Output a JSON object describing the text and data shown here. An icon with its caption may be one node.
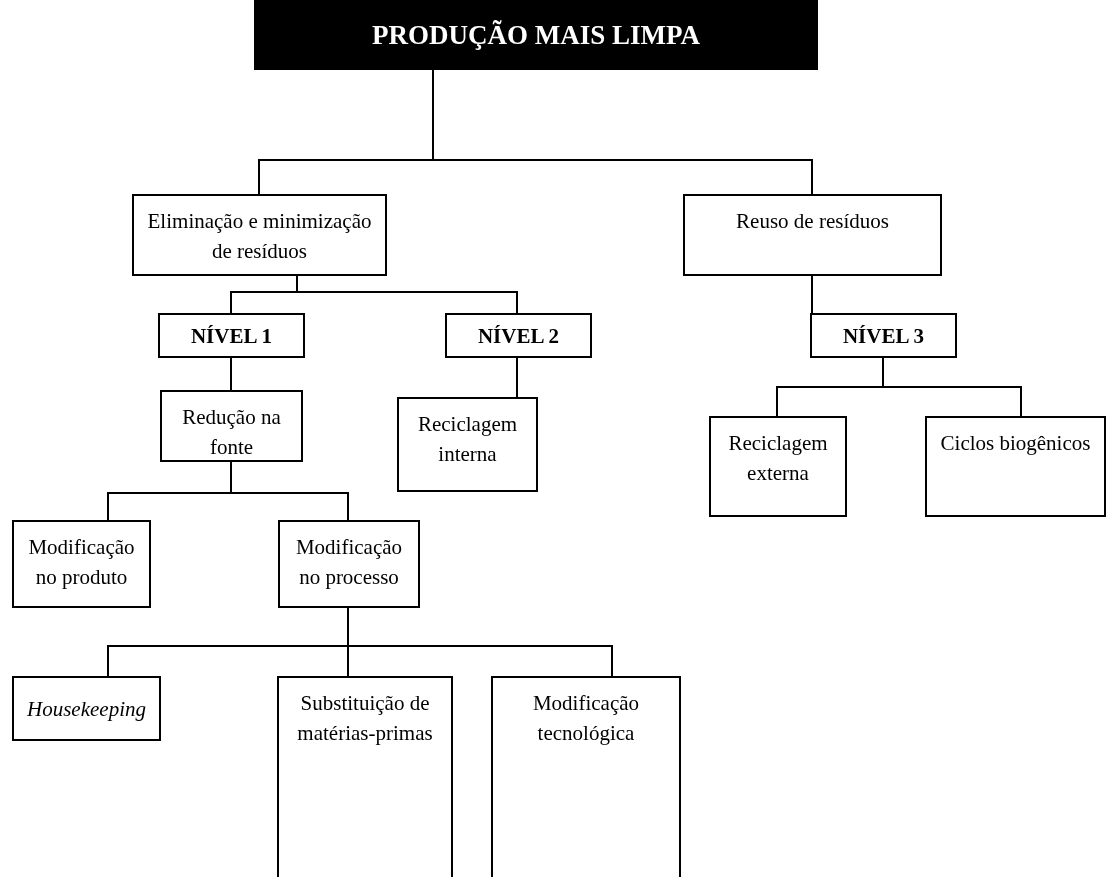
{
  "diagram": {
    "nodes": [
      {
        "text": [
          "PRODUÇÃO MAIS LIMPA"
        ]
      },
      {
        "text": [
          "Eliminação e minimização de resíduos"
        ]
      },
      {
        "text": [
          "Reuso de resíduos"
        ]
      },
      {
        "text": [
          "NÍVEL 1"
        ]
      },
      {
        "text": [
          "NÍVEL 2"
        ]
      },
      {
        "text": [
          "NÍVEL 3"
        ]
      },
      {
        "text": [
          "Redução na fonte"
        ]
      },
      {
        "text": [
          "Reciclagem interna"
        ]
      },
      {
        "text": [
          "Reciclagem externa"
        ]
      },
      {
        "text": [
          "Ciclos biogênicos"
        ]
      },
      {
        "text": [
          "Modificação no produto"
        ]
      },
      {
        "text": [
          "Modificação no processo"
        ]
      },
      {
        "text": [
          "Housekeeping"
        ]
      },
      {
        "text": [
          "Substituição de matérias-primas"
        ]
      },
      {
        "text": [
          "Modificação tecnológica"
        ]
      }
    ],
    "edges": [
      {
        "from": 0,
        "to": 1,
        "arrow": "none"
      },
      {
        "from": 0,
        "to": 2,
        "arrow": "none"
      },
      {
        "from": 1,
        "to": 3,
        "arrow": "none"
      },
      {
        "from": 1,
        "to": 4,
        "arrow": "none"
      },
      {
        "from": 2,
        "to": 5,
        "arrow": "none"
      },
      {
        "from": 3,
        "to": 6,
        "arrow": "none"
      },
      {
        "from": 4,
        "to": 7,
        "arrow": "none"
      },
      {
        "from": 5,
        "to": 8,
        "arrow": "none"
      },
      {
        "from": 5,
        "to": 9,
        "arrow": "none"
      },
      {
        "from": 6,
        "to": 10,
        "arrow": "none"
      },
      {
        "from": 6,
        "to": 11,
        "arrow": "none"
      },
      {
        "from": 11,
        "to": 12,
        "arrow": "none"
      },
      {
        "from": 11,
        "to": 13,
        "arrow": "none"
      },
      {
        "from": 11,
        "to": 14,
        "arrow": "none"
      }
    ]
  }
}
